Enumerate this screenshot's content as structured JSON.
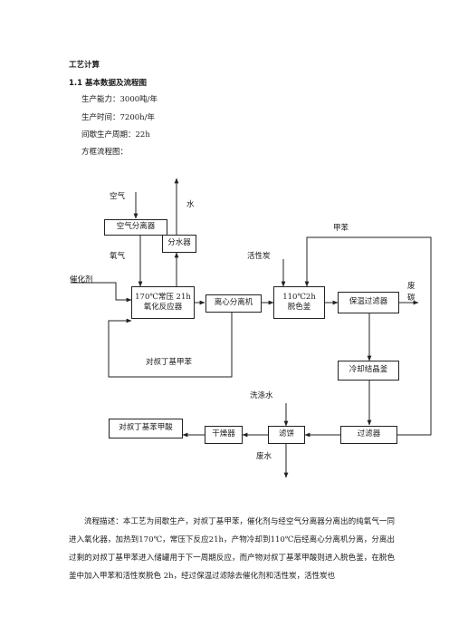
{
  "heading": "工艺计算",
  "subheading": "1.1 基本数据及流程图",
  "basic_data": [
    "生产能力：3000吨/年",
    "生产时间：7200h/年",
    "间歇生产周期：22h",
    "方框流程图："
  ],
  "flow": {
    "boxes": {
      "air_separator": "空气分离器",
      "water_separator": "分水器",
      "reactor_line1": "170℃常压 21h",
      "reactor_line2": "氧化反应器",
      "centrifuge": "离心分离机",
      "decolor_line1": "110℃2h",
      "decolor_line2": "脱色釜",
      "hot_filter": "保温过滤器",
      "crystallizer": "冷却结晶釜",
      "filter": "过滤器",
      "filter_cake": "滤饼",
      "dryer": "干燥器",
      "product": "对叔丁基苯甲酸"
    },
    "labels": {
      "air": "空气",
      "water": "水",
      "oxygen": "氧气",
      "catalyst": "催化剂",
      "activated_carbon": "活性炭",
      "toluene": "甲苯",
      "waste_carbon_1": "废",
      "waste_carbon_2": "碳",
      "recycle": "对叔丁基甲苯",
      "wash_water": "洗涤水",
      "waste_water": "废水"
    }
  },
  "description": "流程描述：本工艺为间歇生产，对叔丁基甲苯，催化剂与经空气分离器分离出的纯氧气一同进入氧化器，加热到170℃，常压下反应21h，产物冷却到110℃后经离心分离机分离，分离出过剩的对叔丁基甲苯进入储罐用于下一周期反应，而产物对叔丁基苯甲酸则进入脱色釜，在脱色釜中加入甲苯和活性炭脱色 2h，经过保温过滤除去催化剂和活性炭，活性炭也"
}
